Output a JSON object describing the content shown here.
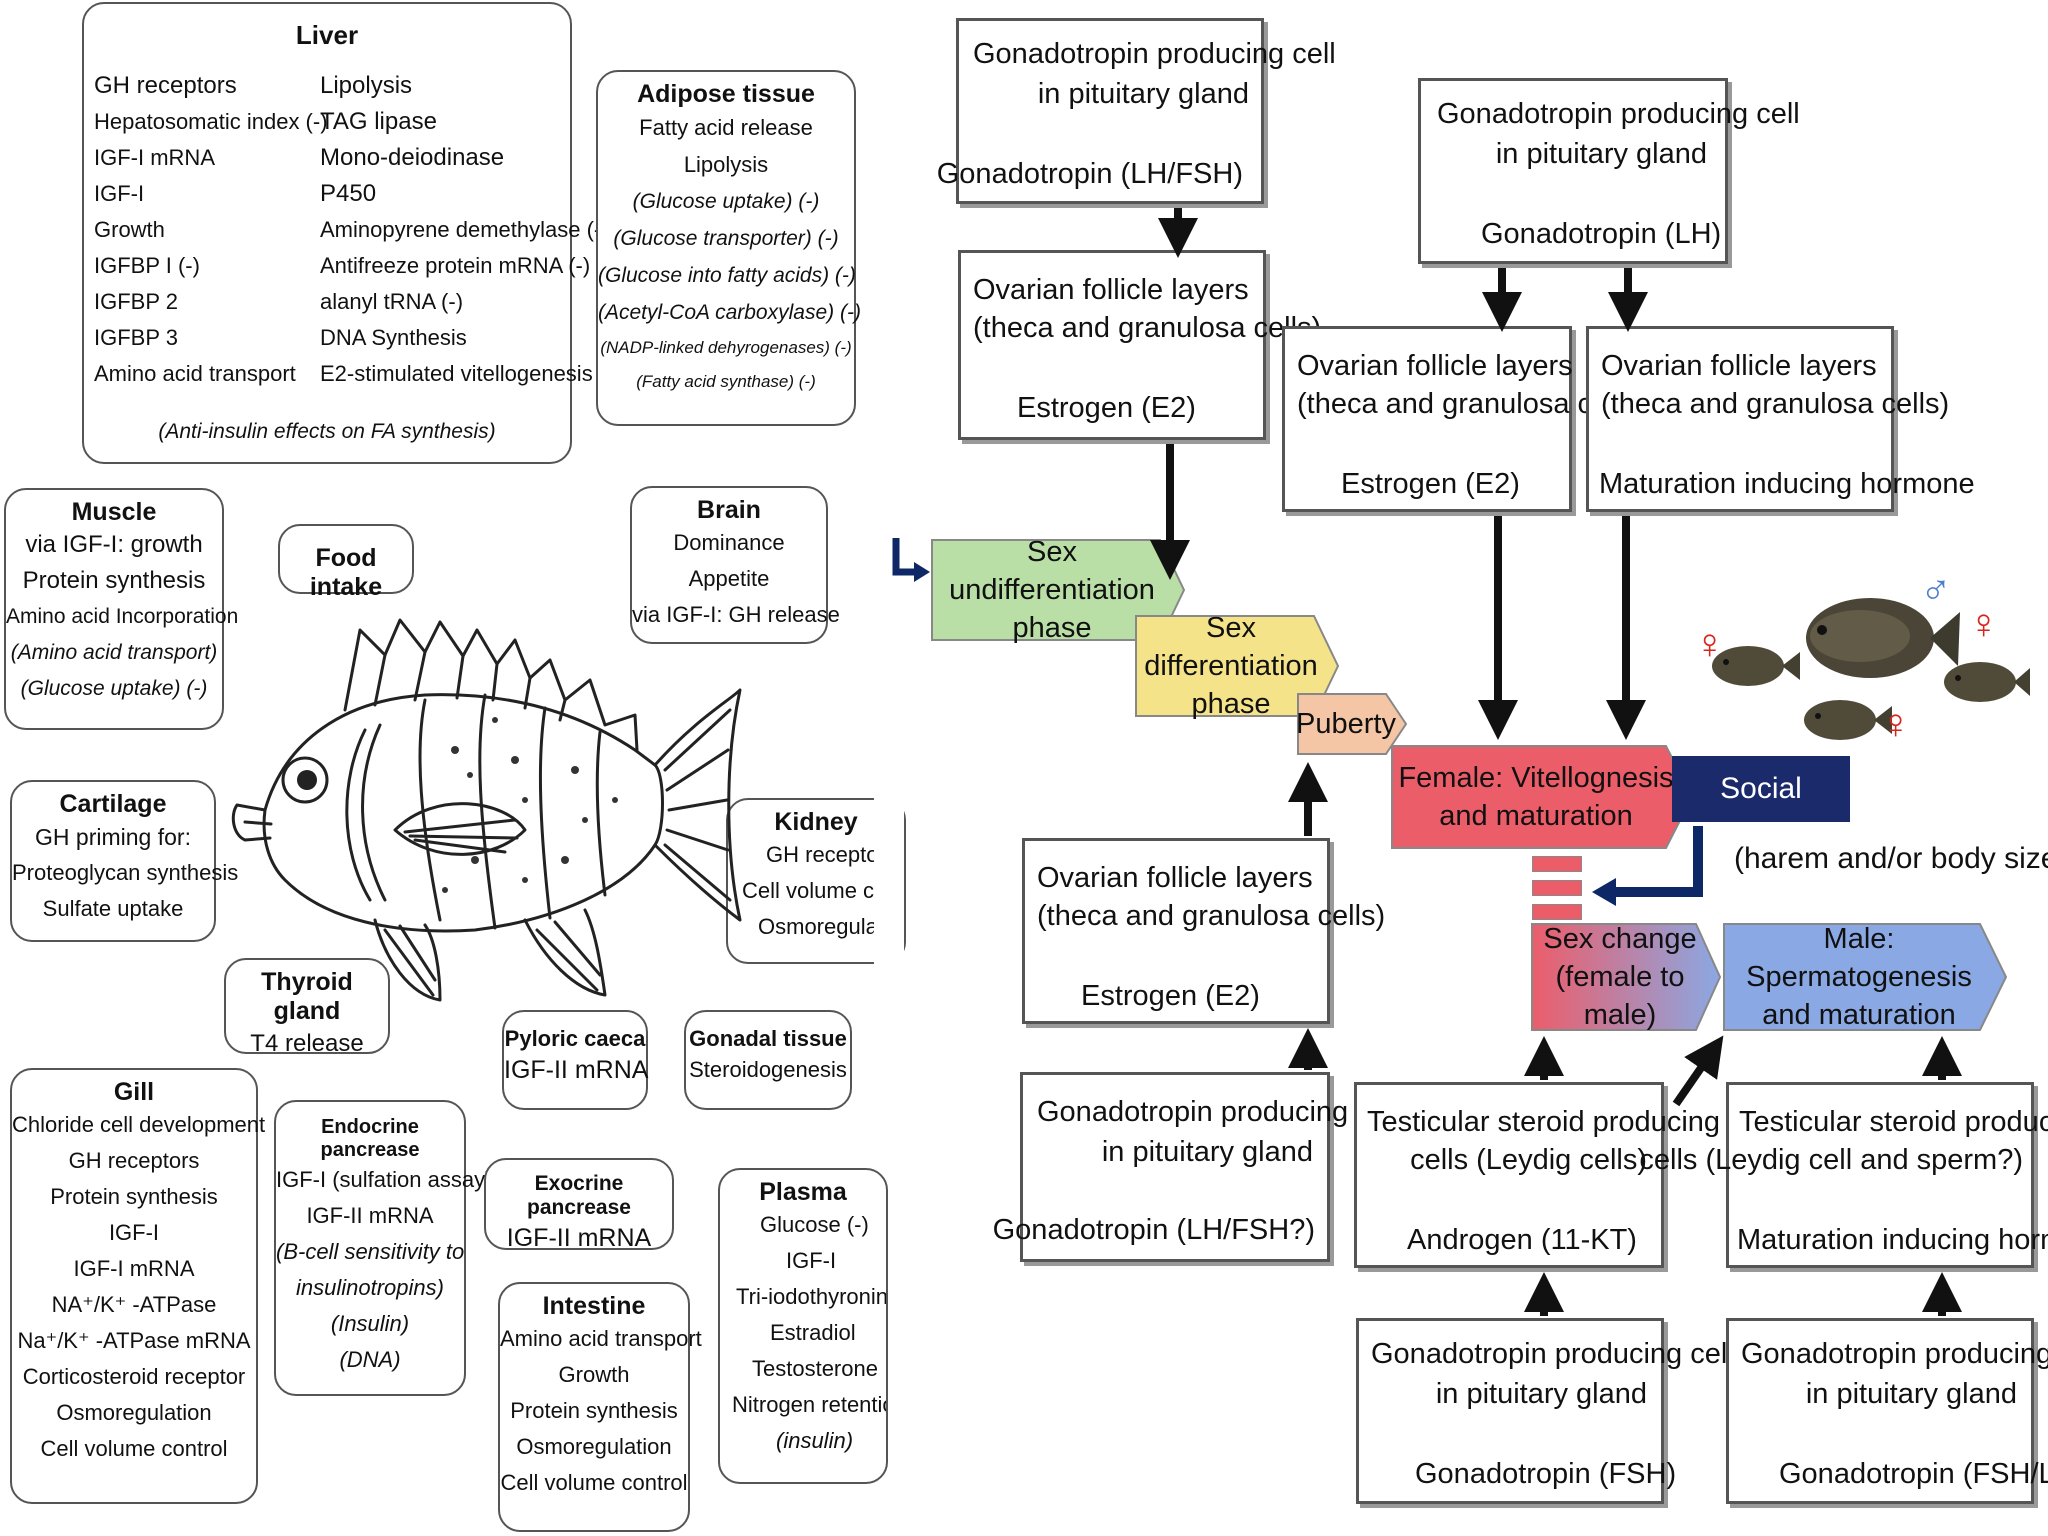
{
  "left_panel": {
    "liver": {
      "title": "Liver",
      "col1": [
        "GH receptors",
        "Hepatosomatic index (-)",
        "IGF-I mRNA",
        "IGF-I",
        "Growth",
        "IGFBP I (-)",
        "IGFBP 2",
        "IGFBP 3",
        "Amino acid transport"
      ],
      "col2": [
        "Lipolysis",
        "TAG lipase",
        "Mono-deiodinase",
        "P450",
        "Aminopyrene demethylase (-)",
        "Antifreeze protein mRNA (-)",
        "alanyl tRNA (-)",
        "DNA Synthesis",
        "E2-stimulated vitellogenesis"
      ],
      "note": "(Anti-insulin effects on FA synthesis)"
    },
    "adipose": {
      "title": "Adipose tissue",
      "lines": [
        "Fatty acid release",
        "Lipolysis",
        "(Glucose uptake) (-)",
        "(Glucose transporter) (-)",
        "(Glucose into fatty acids) (-)",
        "(Acetyl-CoA carboxylase) (-)",
        "(NADP-linked dehyrogenases) (-)",
        "(Fatty acid synthase) (-)"
      ]
    },
    "muscle": {
      "title": "Muscle",
      "lines": [
        "via IGF-I: growth",
        "Protein synthesis",
        "Amino acid Incorporation",
        "(Amino acid transport)",
        "(Glucose uptake) (-)"
      ]
    },
    "food_intake": "Food intake",
    "brain": {
      "title": "Brain",
      "lines": [
        "Dominance",
        "Appetite",
        "via IGF-I: GH release"
      ]
    },
    "cartilage": {
      "title": "Cartilage",
      "lines": [
        "GH priming for:",
        "Proteoglycan synthesis",
        "Sulfate uptake"
      ]
    },
    "kidney": {
      "title": "Kidney",
      "lines": [
        "GH receptors",
        "Cell volume con",
        "Osmoregulatio"
      ]
    },
    "thyroid": {
      "title": "Thyroid gland",
      "lines": [
        "T4 release"
      ]
    },
    "pyloric": {
      "title": "Pyloric caeca",
      "lines": [
        "IGF-II mRNA"
      ]
    },
    "gonadal": {
      "title": "Gonadal tissue",
      "lines": [
        "Steroidogenesis"
      ]
    },
    "gill": {
      "title": "Gill",
      "lines": [
        "Chloride cell development",
        "GH receptors",
        "Protein synthesis",
        "IGF-I",
        "IGF-I mRNA",
        "NA⁺/K⁺ -ATPase",
        "Na⁺/K⁺ -ATPase mRNA",
        "Corticosteroid receptor",
        "Osmoregulation",
        "Cell volume control"
      ]
    },
    "endocrine": {
      "title": "Endocrine pancrease",
      "lines": [
        "IGF-I (sulfation assay)",
        "IGF-II mRNA",
        "(B-cell sensitivity to",
        "insulinotropins)",
        "(Insulin)",
        "(DNA)"
      ]
    },
    "exocrine": {
      "title": "Exocrine pancrease",
      "lines": [
        "IGF-II mRNA"
      ]
    },
    "intestine": {
      "title": "Intestine",
      "lines": [
        "Amino acid transport",
        "Growth",
        "Protein synthesis",
        "Osmoregulation",
        "Cell volume control"
      ]
    },
    "plasma": {
      "title": "Plasma",
      "lines": [
        "Glucose (-)",
        "IGF-I",
        "Tri-iodothyronine",
        "Estradiol",
        "Testosterone",
        "Nitrogen retention",
        "(insulin)"
      ]
    }
  },
  "right_panel": {
    "boxes": {
      "gtp1": {
        "l1": "Gonadotropin producing cell",
        "l2": "in pituitary gland",
        "l3": "Gonadotropin (LH/FSH)"
      },
      "gtp2": {
        "l1": "Gonadotropin producing cell",
        "l2": "in pituitary gland",
        "l3": "Gonadotropin (LH)"
      },
      "ovf1": {
        "l1": "Ovarian follicle layers",
        "l2": "(theca and granulosa cells)",
        "l3": "Estrogen (E2)"
      },
      "ovf2": {
        "l1": "Ovarian follicle layers",
        "l2": "(theca and granulosa cells)",
        "l3": "Estrogen (E2)"
      },
      "ovf3": {
        "l1": "Ovarian follicle layers",
        "l2": "(theca and granulosa cells)",
        "l3": "Maturation inducing hormone"
      },
      "ovf4": {
        "l1": "Ovarian follicle layers",
        "l2": "(theca and granulosa cells)",
        "l3": "Estrogen (E2)"
      },
      "gtp3": {
        "l1": "Gonadotropin producing cell",
        "l2": "in pituitary gland",
        "l3": "Gonadotropin (LH/FSH?)"
      },
      "test1": {
        "l1": "Testicular steroid producing",
        "l2": "cells  (Leydig cells)",
        "l3": "Androgen (11-KT)"
      },
      "test2": {
        "l1": "Testicular steroid producing",
        "l2": "cells (Leydig cell and sperm?)",
        "l3": "Maturation inducing hormone"
      },
      "gtp4": {
        "l1": "Gonadotropin producing cell",
        "l2": "in pituitary gland",
        "l3": "Gonadotropin (FSH)"
      },
      "gtp5": {
        "l1": "Gonadotropin producing cell",
        "l2": "in pituitary gland",
        "l3": "Gonadotropin (FSH/LH)"
      }
    },
    "phases": {
      "undiff": {
        "l1": "Sex undifferentiation",
        "l2": "phase"
      },
      "diff": {
        "l1": "Sex differentiation",
        "l2": "phase"
      },
      "puberty": "Puberty",
      "female": {
        "l1": "Female: Vitellognesis",
        "l2": "and maturation"
      },
      "social": "Social factors",
      "harem": "(harem and/or body size?)",
      "sexchange": {
        "l1": "Sex change",
        "l2": "(female to male)"
      },
      "male": {
        "l1": "Male: Spermatogenesis",
        "l2": "and maturation"
      }
    },
    "symbols": {
      "female": "♀",
      "male": "♂"
    },
    "colors": {
      "undiff": "#b9dfa6",
      "diff": "#f5e38a",
      "puberty": "#f4c6a6",
      "female": "#ec5d6a",
      "social": "#1a2a6b",
      "male": "#8aa8e3",
      "arrow": "#111111",
      "social_arrow": "#0e2766",
      "symbol": "#d9241d"
    }
  }
}
